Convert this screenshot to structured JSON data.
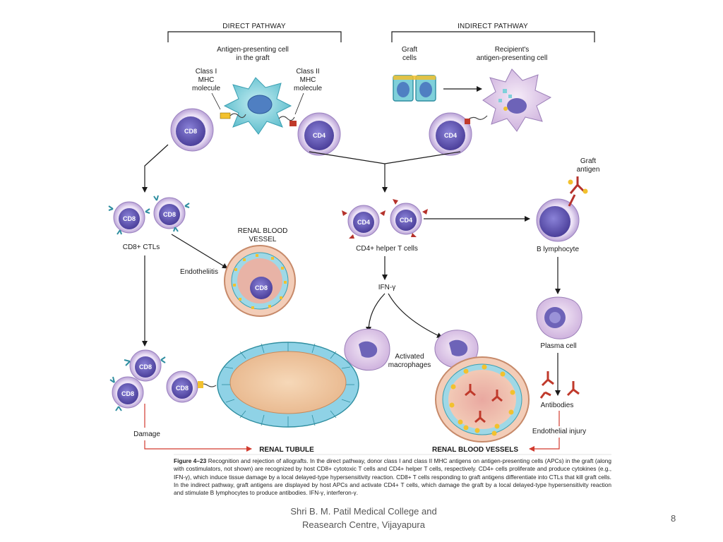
{
  "headers": {
    "direct": "DIRECT PATHWAY",
    "indirect": "INDIRECT PATHWAY"
  },
  "labels": {
    "apc_graft_1": "Antigen-presenting cell",
    "apc_graft_2": "in the graft",
    "class1_1": "Class I",
    "class1_2": "MHC",
    "class1_3": "molecule",
    "class2_1": "Class II",
    "class2_2": "MHC",
    "class2_3": "molecule",
    "graft_cells_1": "Graft",
    "graft_cells_2": "cells",
    "recipient_apc_1": "Recipient's",
    "recipient_apc_2": "antigen-presenting cell",
    "graft_antigen_1": "Graft",
    "graft_antigen_2": "antigen",
    "ctls": "CD8+ CTLs",
    "renal_vessel_1": "RENAL BLOOD",
    "renal_vessel_2": "VESSEL",
    "endotheliitis": "Endotheliitis",
    "cd4_helper": "CD4+ helper T cells",
    "b_lymphocyte": "B lymphocyte",
    "ifn": "IFN-γ",
    "activated_1": "Activated",
    "activated_2": "macrophages",
    "plasma_cell": "Plasma cell",
    "antibodies": "Antibodies",
    "damage": "Damage",
    "endothelial_injury": "Endothelial injury",
    "renal_tubule": "RENAL TUBULE",
    "renal_vessels": "RENAL BLOOD VESSELS"
  },
  "cells": {
    "cd8": "CD8",
    "cd4": "CD4"
  },
  "caption": {
    "figure_no": "Figure 4–23",
    "text": "Recognition and rejection of allografts. In the direct pathway, donor class I and class II MHC antigens on antigen-presenting cells (APCs) in the graft (along with costimulators, not shown) are recognized by host CD8+ cytotoxic T cells and CD4+ helper T cells, respectively. CD4+ cells proliferate and produce cytokines (e.g., IFN-γ), which induce tissue damage by a local delayed-type hypersensitivity reaction. CD8+ T cells responding to graft antigens differentiate into CTLs that kill graft cells. In the indirect pathway, graft antigens are displayed by host APCs and activate CD4+ T cells, which damage the graft by a local delayed-type hypersensitivity reaction and stimulate B lymphocytes to produce antibodies. IFN-γ, interferon-γ."
  },
  "footer": {
    "line1": "Shri B. M. Patil Medical College and",
    "line2": "Reasearch Centre, Vijayapura"
  },
  "page_number": "8",
  "colors": {
    "tcell": "#6d63b8",
    "tcell_ring": "#d8c8ec",
    "apc": "#7fd0da",
    "apc_nucleus": "#4f7fc2",
    "macrophage": "#e3d0ea",
    "tubule": "#efc6a0",
    "epithelium": "#8fd2e6",
    "arrow_red": "#d23a2e",
    "antibody": "#c0392b",
    "antigen_dot": "#f2c12e"
  }
}
